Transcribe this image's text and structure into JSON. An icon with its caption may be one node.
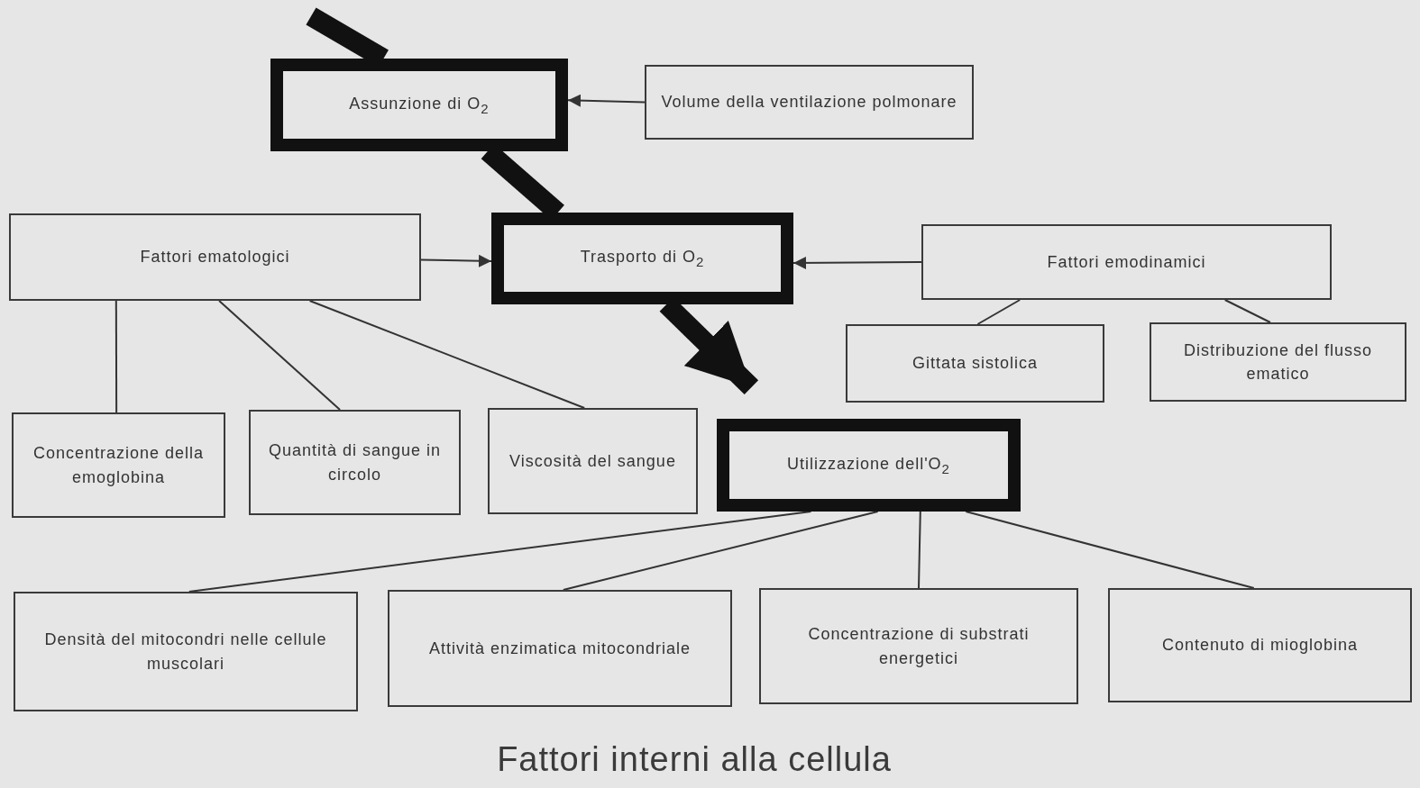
{
  "diagram": {
    "caption": "Fattori interni alla cellula",
    "nodes": [
      {
        "text": [
          "Assunzione di O$_{2}$"
        ]
      },
      {
        "text": [
          "Volume della ventilazione polmonare"
        ]
      },
      {
        "text": [
          "Fattori ematologici"
        ]
      },
      {
        "text": [
          "Trasporto di O$_{2}$"
        ]
      },
      {
        "text": [
          "Fattori emodinamici"
        ]
      },
      {
        "text": [
          "Gittata sistolica"
        ]
      },
      {
        "text": [
          "Distribuzione del flusso ematico"
        ]
      },
      {
        "text": [
          "Concentrazione della emoglobina"
        ]
      },
      {
        "text": [
          "Quantità di sangue in circolo"
        ]
      },
      {
        "text": [
          "Viscosità del sangue"
        ]
      },
      {
        "text": [
          "Utilizzazione dell'O$_{2}$"
        ]
      },
      {
        "text": [
          "Densità del mitocondri nelle cellule muscolari"
        ]
      },
      {
        "text": [
          "Attività enzimatica mitocondriale"
        ]
      },
      {
        "text": [
          "Concentrazione di substrati energetici"
        ]
      },
      {
        "text": [
          "Contenuto di mioglobina"
        ]
      }
    ],
    "edges": [
      {
        "from": null,
        "to": 0,
        "arrow": "none",
        "style": "thick"
      },
      {
        "from": 1,
        "to": 0,
        "arrow": "to"
      },
      {
        "from": 0,
        "to": 3,
        "arrow": "none",
        "style": "thick"
      },
      {
        "from": 3,
        "to": 10,
        "arrow": "to",
        "style": "thick"
      },
      {
        "from": 2,
        "to": 3,
        "arrow": "to"
      },
      {
        "from": 4,
        "to": 3,
        "arrow": "to"
      },
      {
        "from": 4,
        "to": 5,
        "arrow": "none"
      },
      {
        "from": 4,
        "to": 6,
        "arrow": "none"
      },
      {
        "from": 2,
        "to": 7,
        "arrow": "none"
      },
      {
        "from": 2,
        "to": 8,
        "arrow": "none"
      },
      {
        "from": 2,
        "to": 9,
        "arrow": "none"
      },
      {
        "from": 10,
        "to": 11,
        "arrow": "none"
      },
      {
        "from": 10,
        "to": 12,
        "arrow": "none"
      },
      {
        "from": 10,
        "to": 13,
        "arrow": "none"
      },
      {
        "from": 10,
        "to": 14,
        "arrow": "none"
      }
    ]
  }
}
